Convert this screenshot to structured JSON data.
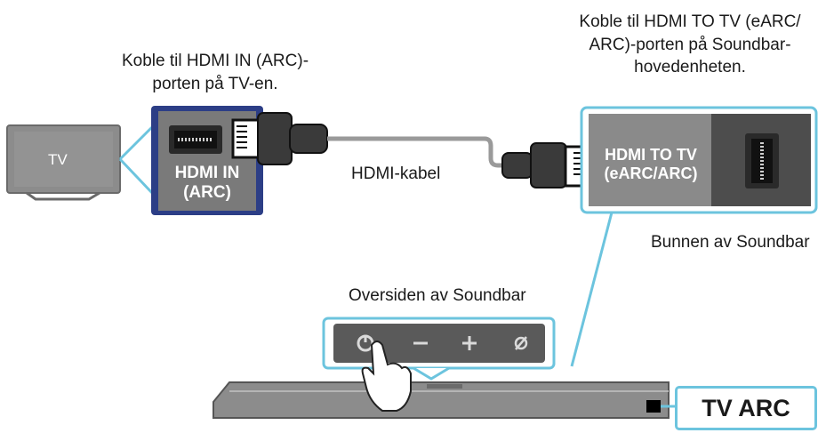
{
  "labels": {
    "tv_port_instruction_line1": "Koble til HDMI IN (ARC)-",
    "tv_port_instruction_line2": "porten på TV-en.",
    "soundbar_port_instruction_line1": "Koble til HDMI TO TV (eARC/",
    "soundbar_port_instruction_line2": "ARC)-porten på Soundbar-",
    "soundbar_port_instruction_line3": "hovedenheten.",
    "cable": "HDMI-kabel",
    "soundbar_bottom": "Bunnen av Soundbar",
    "soundbar_top": "Oversiden av Soundbar",
    "tv": "TV",
    "hdmi_in_line1": "HDMI IN",
    "hdmi_in_line2": "(ARC)",
    "hdmi_to_tv_line1": "HDMI TO TV",
    "hdmi_to_tv_line2": "(eARC/ARC)",
    "tv_arc_display": "TV ARC"
  },
  "soundbar_buttons": [
    "power-button",
    "volume-down-button",
    "volume-up-button",
    "input-source-button"
  ],
  "colors": {
    "accent_blue": "#6cc4de",
    "dark_blue_frame": "#2c3e86",
    "device_grey": "#8c8c8c",
    "panel_grey": "#7a7a7a"
  }
}
